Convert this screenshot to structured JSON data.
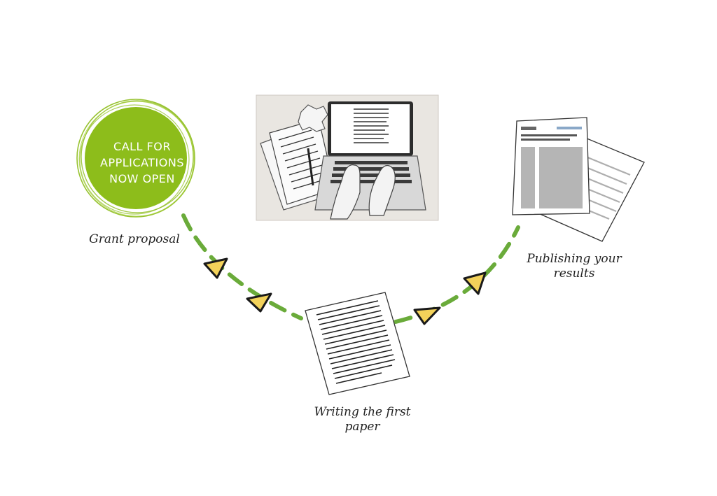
{
  "badge": {
    "lines": [
      "CALL FOR",
      "APPLICATIONS",
      "NOW OPEN"
    ],
    "color": "#8dbd1b"
  },
  "steps": [
    {
      "label_lines": [
        "Grant proposal"
      ]
    },
    {
      "label_lines": [
        "Writing the first",
        "paper"
      ]
    },
    {
      "label_lines": [
        "Publishing your",
        "results"
      ]
    }
  ],
  "colors": {
    "path_dash": "#6aab3a",
    "arrow_fill": "#f3d25a",
    "arrow_stroke": "#1a1a1a"
  },
  "icons": {
    "laptop": "laptop-writing-illustration",
    "paper": "manuscript-page-icon",
    "published": "published-article-pages-icon"
  }
}
